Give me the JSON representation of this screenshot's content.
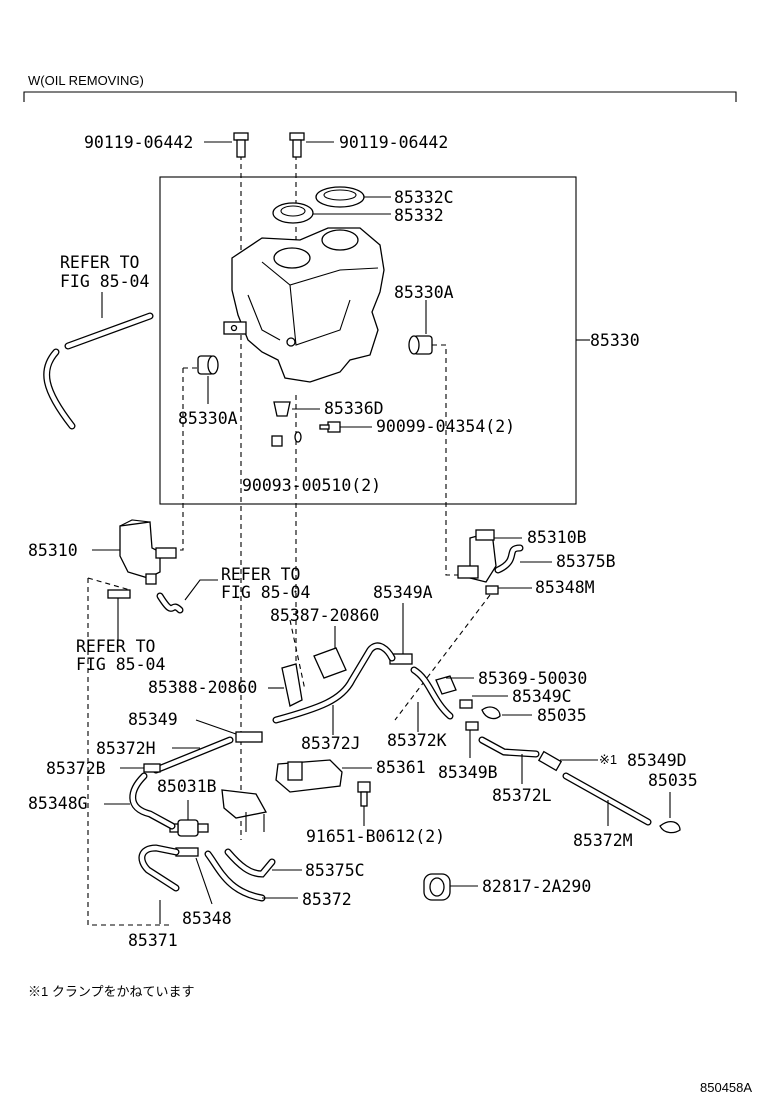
{
  "header": {
    "variant": "W(OIL REMOVING)"
  },
  "labels": {
    "bolt_left": "90119-06442",
    "bolt_right": "90119-06442",
    "cap_c": "85332C",
    "cap": "85332",
    "grommet_a_right": "85330A",
    "tank": "85330",
    "grommet_a_left": "85330A",
    "seal_d": "85336D",
    "screw": "90099-04354(2)",
    "nut": "90093-00510(2)",
    "ref_top": "REFER TO",
    "ref_top_fig": "FIG 85-04",
    "pump_front": "85310",
    "ref_mid": "REFER TO",
    "ref_mid_fig": "FIG 85-04",
    "ref_low": "REFER TO",
    "ref_low_fig": "FIG 85-04",
    "pump_rear": "85310B",
    "hose_375b": "85375B",
    "joint_348m": "85348M",
    "joint_349a": "85349A",
    "clamp_387": "85387-20860",
    "clamp_369": "85369-50030",
    "clamp_388": "85388-20860",
    "joint_349c": "85349C",
    "clip_035_a": "85035",
    "joint_349": "85349",
    "hose_372h": "85372H",
    "hose_372j": "85372J",
    "hose_372k": "85372K",
    "joint_372b": "85372B",
    "bracket_361": "85361",
    "joint_349b": "85349B",
    "note_mark_label": "※1",
    "joint_349d": "85349D",
    "valve_031b": "85031B",
    "clip_035_b": "85035",
    "joint_348g": "85348G",
    "hose_372l": "85372L",
    "bolt_916": "91651-B0612(2)",
    "hose_372m": "85372M",
    "hose_375c": "85375C",
    "grommet_828": "82817-2A290",
    "hose_372": "85372",
    "joint_348": "85348",
    "hose_371": "85371"
  },
  "footnote": "※1 クランプをかねています",
  "diagram_id": "850458A"
}
